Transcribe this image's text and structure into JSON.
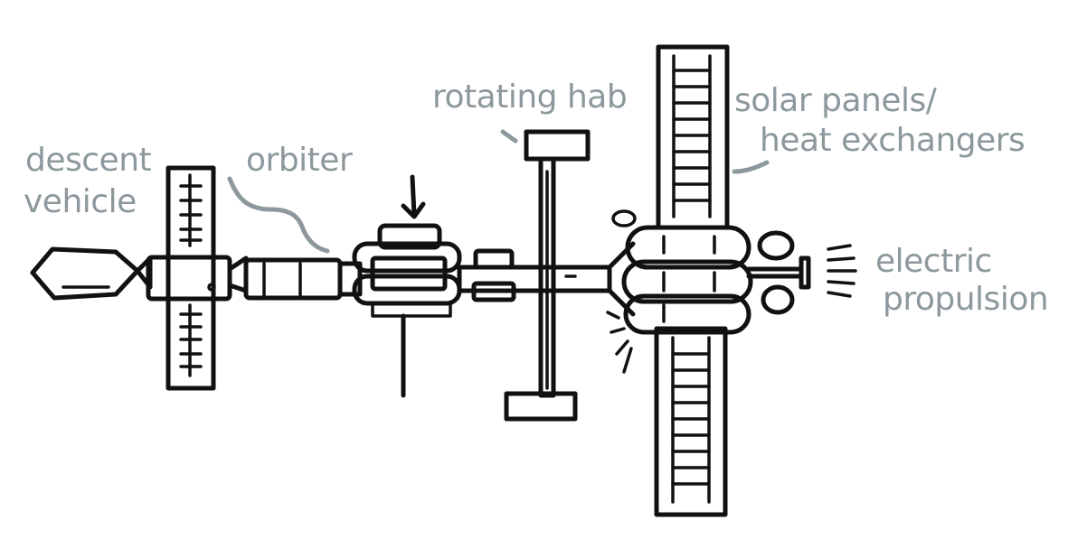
{
  "diagram": {
    "colors": {
      "ink": "#111111",
      "annotation": "#8c989c",
      "background": "#ffffff"
    },
    "labels": {
      "descent_vehicle": [
        "descent",
        "vehicle"
      ],
      "orbiter": "orbiter",
      "rotating_hab": "rotating hab",
      "solar_panels": [
        "solar panels/",
        "heat exchangers"
      ],
      "electric_propulsion": [
        "electric",
        "propulsion"
      ]
    }
  }
}
